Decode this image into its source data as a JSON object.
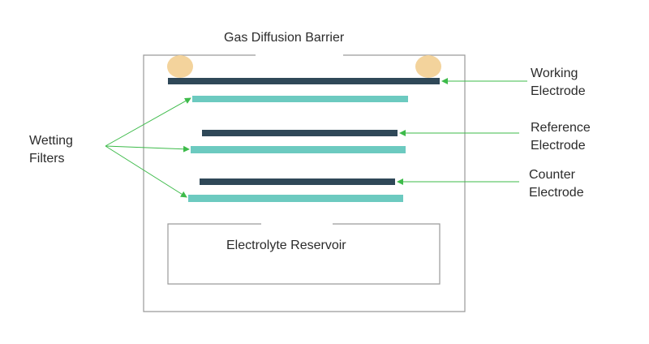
{
  "title": "Gas Diffusion Barrier",
  "labels": {
    "working": "Working\nElectrode",
    "reference": "Reference\nElectrode",
    "counter": "Counter\nElectrode",
    "wetting": "Wetting\nFilters",
    "reservoir": "Electrolyte Reservoir"
  },
  "colors": {
    "electrode": "#2f4858",
    "filter": "#6ccac0",
    "seal": "#f3d39c",
    "arrow": "#3dbb4a",
    "outline": "#9a9a9a",
    "text": "#2b2b2b"
  }
}
